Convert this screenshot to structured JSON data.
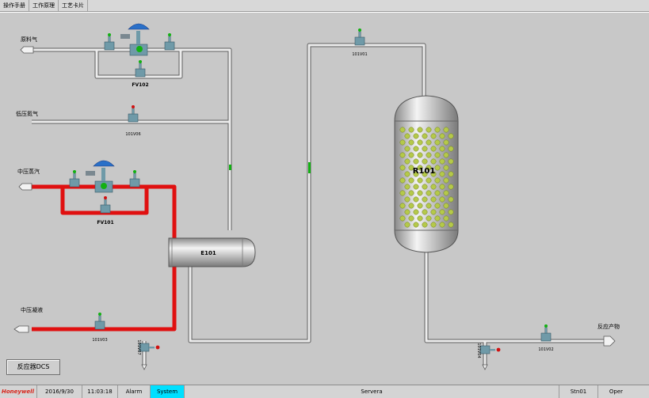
{
  "tabs": [
    "操作手册",
    "工作原理",
    "工艺卡片"
  ],
  "labels": {
    "feed_gas": "原料气",
    "low_pressure_nitrogen": "低压氮气",
    "mid_pressure_steam": "中压蒸汽",
    "mid_pressure_condensate": "中压凝液",
    "reaction_product": "反应产物"
  },
  "valves": {
    "fv102": "FV102",
    "fv101": "FV101",
    "v101v06": "101V06",
    "v101v01": "101V01",
    "v101v03": "101V03",
    "v101v02": "101V02",
    "v101v07": "101V07",
    "v101v04": "101V04"
  },
  "equipment": {
    "e101": "E101",
    "r101": "R101"
  },
  "dcs_button": "反应器DCS",
  "status_bar": {
    "brand": "Honeywell",
    "date": "2016/9/30",
    "time": "11:03:18",
    "alarm": "Alarm",
    "system": "System",
    "server": "Servera",
    "station": "Stn01",
    "mode": "Oper"
  },
  "colors": {
    "steam_line": "#e01010",
    "process_line": "#e8e8e8",
    "background": "#c8c8c8",
    "valve_green": "#12b012",
    "valve_red": "#d01010",
    "system_highlight": "#00e0ff"
  }
}
